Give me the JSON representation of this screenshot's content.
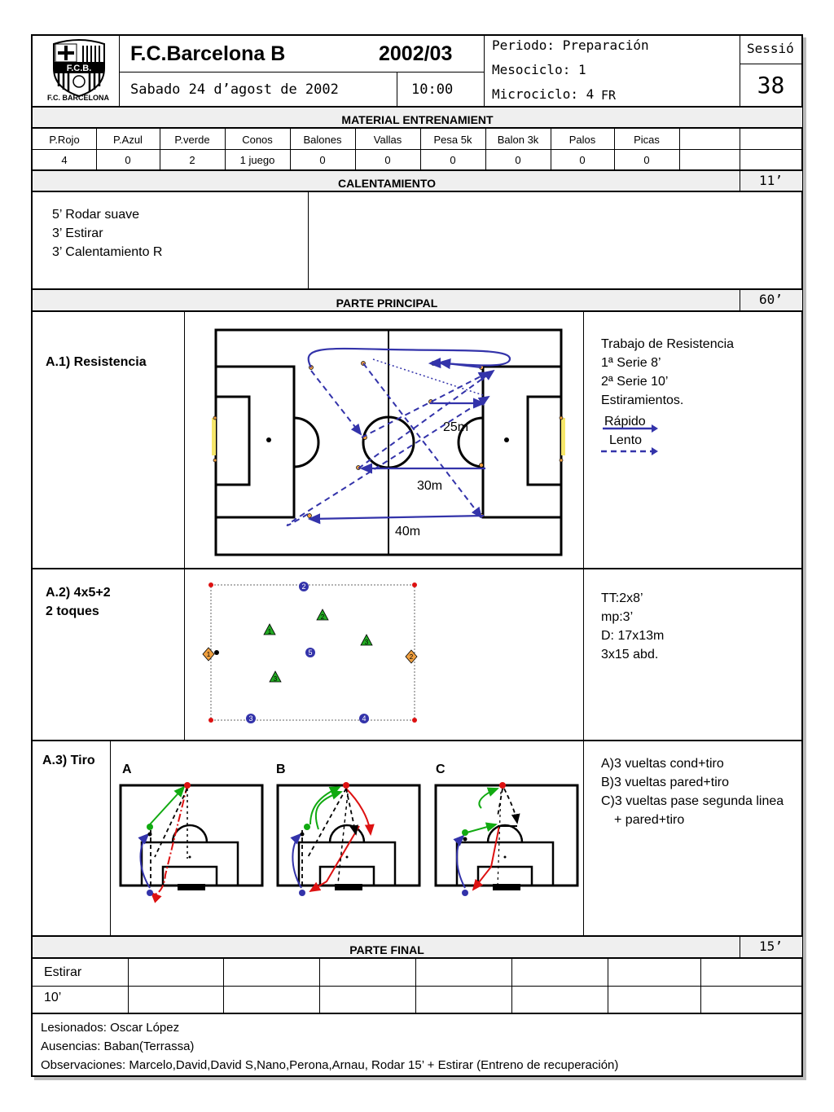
{
  "header": {
    "club_logo_text": "F.C.B.",
    "club_name_small": "F.C. BARCELONA",
    "team": "F.C.Barcelona B",
    "season": "2002/03",
    "date": "Sabado 24 d’agost de 2002",
    "time": "10:00",
    "periodo": "Periodo: Preparación",
    "mesociclo": "Mesociclo: 1",
    "microciclo": "Microciclo: 4",
    "micro_suffix": "FR",
    "session_label": "Sessió",
    "session_number": "38"
  },
  "material": {
    "title": "MATERIAL ENTRENAMIENT",
    "headers": [
      "P.Rojo",
      "P.Azul",
      "P.verde",
      "Conos",
      "Balones",
      "Vallas",
      "Pesa 5k",
      "Balon 3k",
      "Palos",
      "Picas",
      "",
      ""
    ],
    "values": [
      "4",
      "0",
      "2",
      "1 juego",
      "0",
      "0",
      "0",
      "0",
      "0",
      "0",
      "",
      ""
    ]
  },
  "calentamiento": {
    "title": "CALENTAMIENTO",
    "time": "11’",
    "lines": [
      "5’ Rodar suave",
      "3’ Estirar",
      "3’ Calentamiento R"
    ]
  },
  "principal": {
    "title": "PARTE PRINCIPAL",
    "time": "60’",
    "a1": {
      "label": "A.1) Resistencia",
      "notes": [
        "Trabajo de Resistencia",
        "1ª Serie 8’",
        "2ª Serie 10’",
        "Estiramientos."
      ],
      "legend_fast": "Rápido",
      "legend_slow": "Lento",
      "dist_25": "25m",
      "dist_30": "30m",
      "dist_40": "40m"
    },
    "a2": {
      "label_line1": "A.2) 4x5+2",
      "label_line2": "2 toques",
      "notes": [
        "TT:2x8’",
        "mp:3’",
        "D: 17x13m",
        "3x15 abd."
      ],
      "players": {
        "blue": [
          "2",
          "5",
          "3",
          "4"
        ],
        "green": [
          "2",
          "1",
          "3",
          "3"
        ],
        "orange": [
          "1",
          "2"
        ]
      }
    },
    "a3": {
      "label": "A.3) Tiro",
      "panels": [
        "A",
        "B",
        "C"
      ],
      "notes": [
        "A)3 vueltas cond+tiro",
        "B)3 vueltas pared+tiro",
        "C)3 vueltas pase segunda linea",
        "+ pared+tiro"
      ]
    }
  },
  "final": {
    "title": "PARTE FINAL",
    "time": "15’",
    "row1": "Estirar",
    "row2": "10’"
  },
  "footer": {
    "lesionados": "Lesionados: Oscar López",
    "ausencias": "Ausencias: Baban(Terrassa)",
    "observaciones": "Observaciones: Marcelo,David,David S,Nano,Perona,Arnau,  Rodar 15’ + Estirar (Entreno de recuperación)"
  },
  "colors": {
    "blue": "#3333aa",
    "green": "#11aa11",
    "red": "#dd1111",
    "orange": "#f0a040"
  }
}
